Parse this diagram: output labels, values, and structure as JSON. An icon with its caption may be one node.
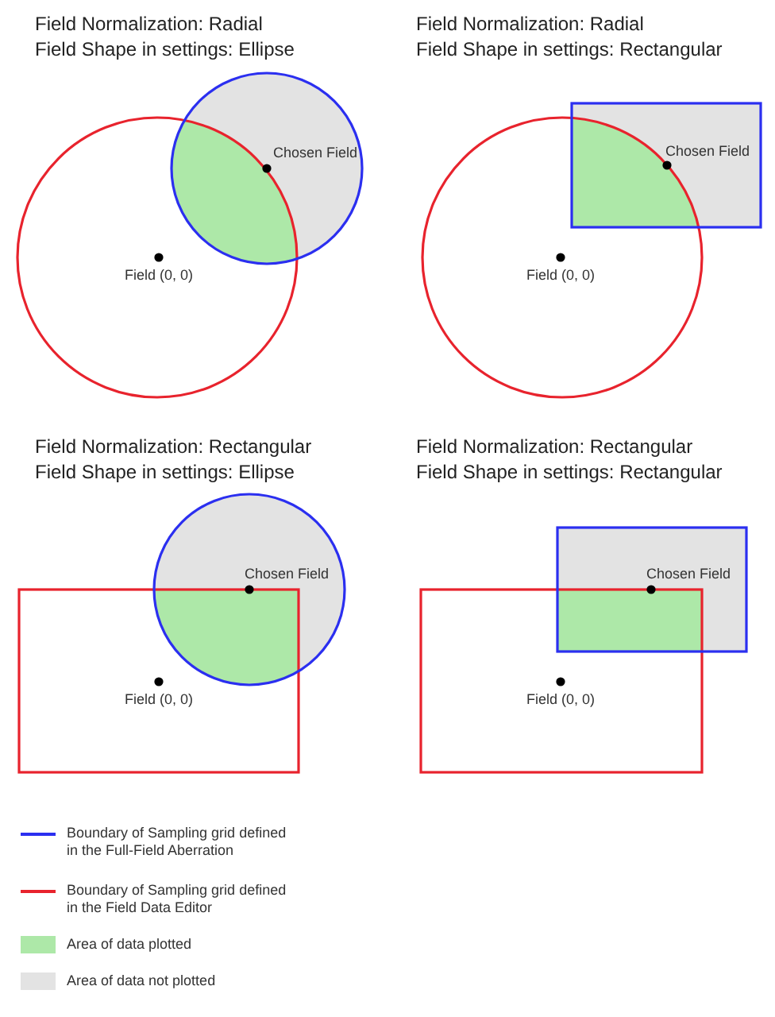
{
  "diagram": {
    "labels": [
      "Field Normalization: Radial",
      "Field Shape in settings: Ellipse",
      "Chosen Field",
      "Field (0, 0)",
      "Field Normalization: Radial",
      "Field Shape in settings: Rectangular",
      "Chosen Field",
      "Field (0, 0)",
      "Field Normalization: Rectangular",
      "Field Shape in settings: Ellipse",
      "Chosen Field",
      "Field (0, 0)",
      "Field Normalization: Rectangular",
      "Field Shape in settings: Rectangular",
      "Chosen Field",
      "Field (0, 0)"
    ],
    "legend": [
      {
        "text": "Boundary of Sampling grid defined in the Full-Field Aberration"
      },
      {
        "text": "Boundary of Sampling grid defined in the Field Data Editor"
      },
      {
        "text": "Area of data plotted",
        "color": "#ade8a8"
      },
      {
        "text": "Area of data not plotted",
        "color": "#e3e3e3"
      }
    ]
  }
}
